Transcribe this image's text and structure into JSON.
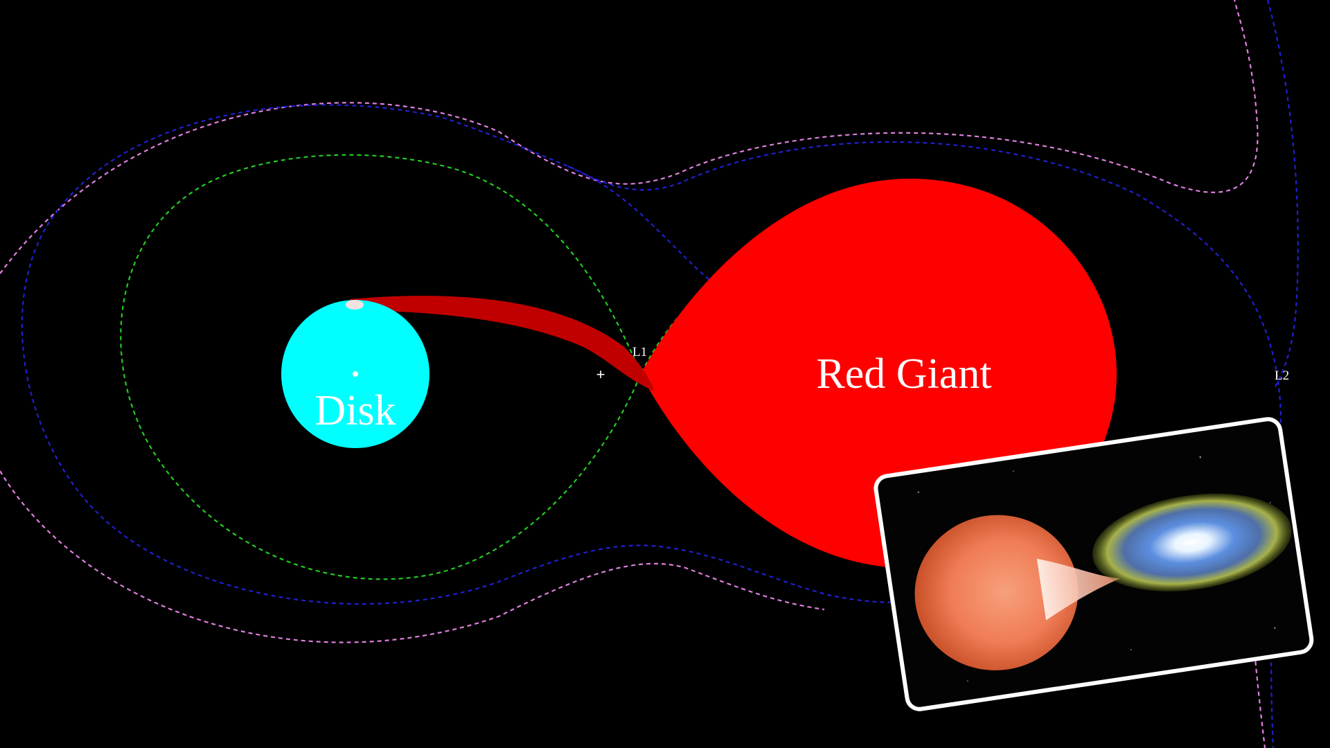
{
  "labels": {
    "disk": "Disk",
    "red_giant": "Red Giant",
    "l1": "L1",
    "l2": "L2",
    "center_of_mass": "+"
  },
  "colors": {
    "background": "#000000",
    "disk": "#00ffff",
    "red_giant": "#ff0000",
    "mass_stream": "#c00000",
    "roche_lobe_boundary": "#22cc22",
    "inner_potential_contour": "#2020d0",
    "outer_potential_contour": "#e080e0",
    "label_text": "#ffffff",
    "inset_frame": "#ffffff"
  },
  "inset": {
    "name": "artist-impression-of-binary-system"
  }
}
